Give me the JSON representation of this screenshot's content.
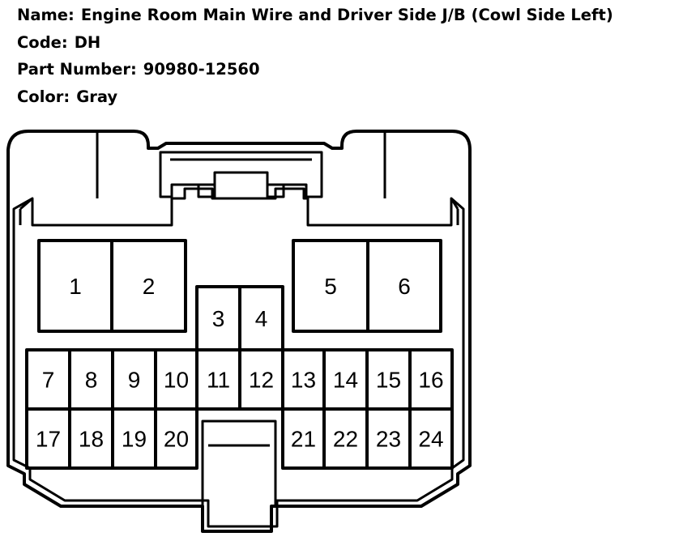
{
  "header": {
    "name_label": "Name:",
    "name_value": "Engine Room Main Wire and Driver Side J/B (Cowl Side Left)",
    "code_label": "Code:",
    "code_value": "DH",
    "part_label": "Part Number:",
    "part_value": "90980-12560",
    "color_label": "Color:",
    "color_value": "Gray"
  },
  "connector": {
    "pins": [
      "1",
      "2",
      "3",
      "4",
      "5",
      "6",
      "7",
      "8",
      "9",
      "10",
      "11",
      "12",
      "13",
      "14",
      "15",
      "16",
      "17",
      "18",
      "19",
      "20",
      "21",
      "22",
      "23",
      "24"
    ]
  }
}
